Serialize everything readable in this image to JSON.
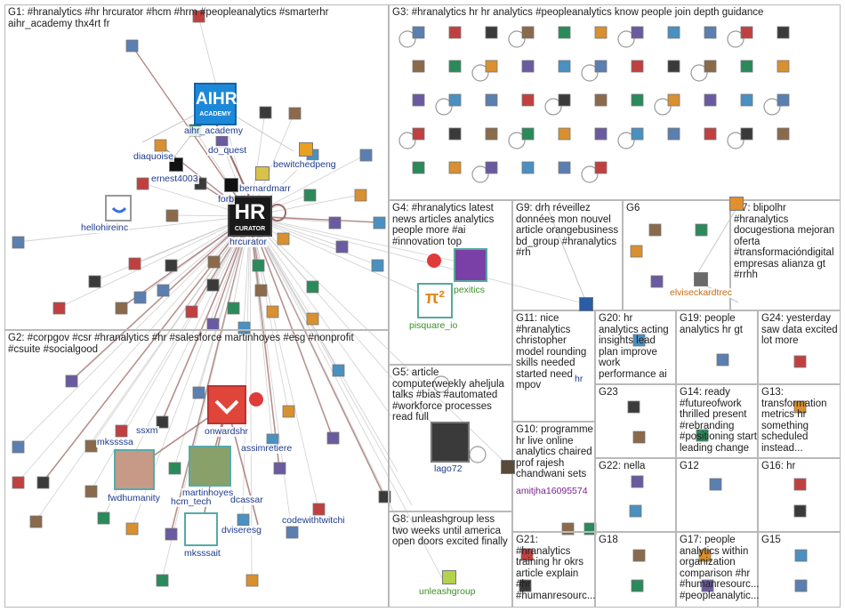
{
  "groups": [
    {
      "id": "G1",
      "label": "G1: #hranalytics #hr hrcurator #hcm #hrm #peopleanalytics #smarterhr aihr_academy thx4rt fr"
    },
    {
      "id": "G2",
      "label": "G2: #corpgov #csr #hranalytics #hr #salesforce martinhoyes #esg #nonprofit #csuite #socialgood"
    },
    {
      "id": "G3",
      "label": "G3: #hranalytics hr hr analytics #peopleanalytics know people join depth guidance"
    },
    {
      "id": "G4",
      "label": "G4: #hranalytics latest news articles analytics people more #ai #innovation top"
    },
    {
      "id": "G9",
      "label": "G9: drh réveillez données mon nouvel article orangebusiness bd_group #hranalytics #rh"
    },
    {
      "id": "G6",
      "label": "G6"
    },
    {
      "id": "G7",
      "label": "G7: blipolhr #hranalytics docugestiona mejoran oferta #transformacióndigital empresas alianza gt #rrhh"
    },
    {
      "id": "G11",
      "label": "G11: nice #hranalytics christopher model rounding skills needed started need mpov"
    },
    {
      "id": "G20",
      "label": "G20: hr analytics acting insights lead plan improve work performance ai"
    },
    {
      "id": "G19",
      "label": "G19: people analytics hr gt"
    },
    {
      "id": "G24",
      "label": "G24: yesterday saw data excited lot more"
    },
    {
      "id": "G5",
      "label": "G5: article computerweekly aheljula talks #bias #automated #workforce processes read full"
    },
    {
      "id": "G23",
      "label": "G23"
    },
    {
      "id": "G14",
      "label": "G14: ready #futureofwork thrilled present #rebranding #positioning start leading change"
    },
    {
      "id": "G13",
      "label": "G13: transformation metrics hr something scheduled instead..."
    },
    {
      "id": "G10",
      "label": "G10: programme hr live online analytics chaired prof rajesh chandwani sets"
    },
    {
      "id": "G22",
      "label": "G22: nella"
    },
    {
      "id": "G12",
      "label": "G12"
    },
    {
      "id": "G16",
      "label": "G16: hr"
    },
    {
      "id": "G8",
      "label": "G8: unleashgroup less two weeks until america open doors excited finally"
    },
    {
      "id": "G21",
      "label": "G21: #hranalytics training hr okrs article explain #hr #humanresourc..."
    },
    {
      "id": "G18",
      "label": "G18"
    },
    {
      "id": "G17",
      "label": "G17: people analytics within organization comparison #hr #humanresourc... #peopleanalytic..."
    },
    {
      "id": "G15",
      "label": "G15"
    }
  ],
  "nodes": {
    "aihr_academy": "aihr_academy",
    "diaquoise": "diaquoise",
    "do_quest": "do_quest",
    "ernest4003": "ernest4003",
    "bewitchedpeng": "bewitchedpeng",
    "bernardmarr": "bernardmarr",
    "forbes": "forb",
    "hellohireinc": "hellohireinc",
    "hrcurator": "hrcurator",
    "onwardshr": "onwardshr",
    "ssxm": "ssxm",
    "mkssssa": "mkssssa",
    "assimretiere": "assimretiere",
    "fwdhumanity": "fwdhumanity",
    "martinhoyes": "martinhoyes",
    "hcm_tech": "hcm_tech",
    "dcassar": "dcassar",
    "adviseresg": "dviseresg",
    "codewithtwitchi": "codewithtwitchi",
    "mksssait": "mksssait",
    "pexitics": "pexitics",
    "pisquare_io": "pisquare_io",
    "elviseckardtrec": "elviseckardtrec",
    "lago72": "lago72",
    "amitjha": "amitjha16095574",
    "unleashgroup": "unleashgroup",
    "hr_fragment": "hr"
  },
  "logos": {
    "aihr": "AIHR",
    "aihr_sub": "ACADEMY",
    "hr": "HR",
    "curator": "CURATOR",
    "pi": "π²"
  },
  "colors": {
    "group_border": "#b9b9b9",
    "edge_gray": "#c8c8c8",
    "edge_brown": "#a06c6c",
    "label_blue": "#1d3b8f",
    "label_green": "#3a8f25",
    "label_orange": "#c66a12",
    "label_purple": "#7a1f8f",
    "accent_red": "#e03a3a"
  }
}
